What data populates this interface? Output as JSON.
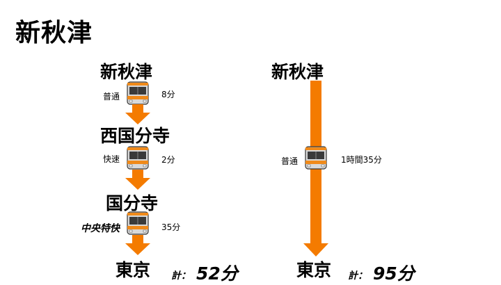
{
  "title": "新秋津",
  "colors": {
    "arrow": "#f47b00",
    "train_orange": "#f08a1a",
    "train_body": "#d9d9d9"
  },
  "route_left": {
    "stations": [
      "新秋津",
      "西国分寺",
      "国分寺",
      "東京"
    ],
    "segments": [
      {
        "type": "普通",
        "time": "8分"
      },
      {
        "type": "快速",
        "time": "2分"
      },
      {
        "type": "中央特快",
        "time": "35分"
      }
    ],
    "total_label": "計：",
    "total_value": "52分"
  },
  "route_right": {
    "from": "新秋津",
    "to": "東京",
    "segment": {
      "type": "普通",
      "time": "1時間35分"
    },
    "total_label": "計：",
    "total_value": "95分"
  }
}
